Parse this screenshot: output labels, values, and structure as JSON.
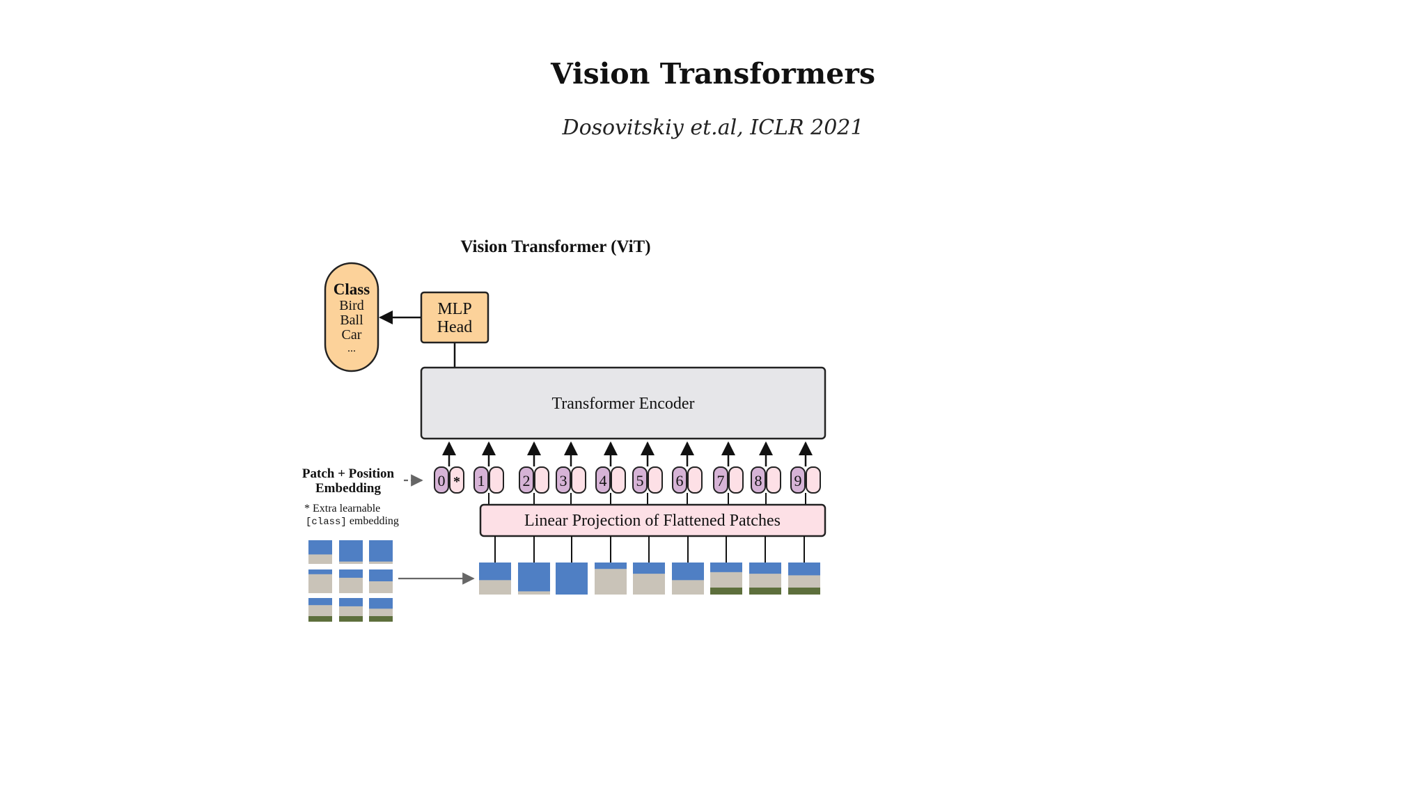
{
  "slide": {
    "title": "Vision Transformers",
    "subtitle": "Dosovitskiy et.al, ICLR 2021"
  },
  "diagram": {
    "title": "Vision Transformer (ViT)",
    "class_box": {
      "heading": "Class",
      "items": [
        "Bird",
        "Ball",
        "Car",
        "..."
      ]
    },
    "mlp_head": {
      "line1": "MLP",
      "line2": "Head"
    },
    "encoder_label": "Transformer Encoder",
    "projection_label": "Linear Projection of Flattened Patches",
    "embedding_label": {
      "line1": "Patch + Position",
      "line2": "Embedding"
    },
    "note": {
      "line1": "* Extra learnable",
      "code": "[class]",
      "line2_rest": " embedding"
    },
    "tokens": [
      {
        "index": "0",
        "marker": "*"
      },
      {
        "index": "1",
        "marker": ""
      },
      {
        "index": "2",
        "marker": ""
      },
      {
        "index": "3",
        "marker": ""
      },
      {
        "index": "4",
        "marker": ""
      },
      {
        "index": "5",
        "marker": ""
      },
      {
        "index": "6",
        "marker": ""
      },
      {
        "index": "7",
        "marker": ""
      },
      {
        "index": "8",
        "marker": ""
      },
      {
        "index": "9",
        "marker": ""
      }
    ],
    "colors": {
      "orange": "#fcd29a",
      "encoder": "#e6e6e9",
      "projection": "#fde0e6",
      "position": "#d6b3d6",
      "patch_token": "#fde0e6",
      "sky": "#4f7fc4",
      "building": "#c9c3b8"
    }
  }
}
